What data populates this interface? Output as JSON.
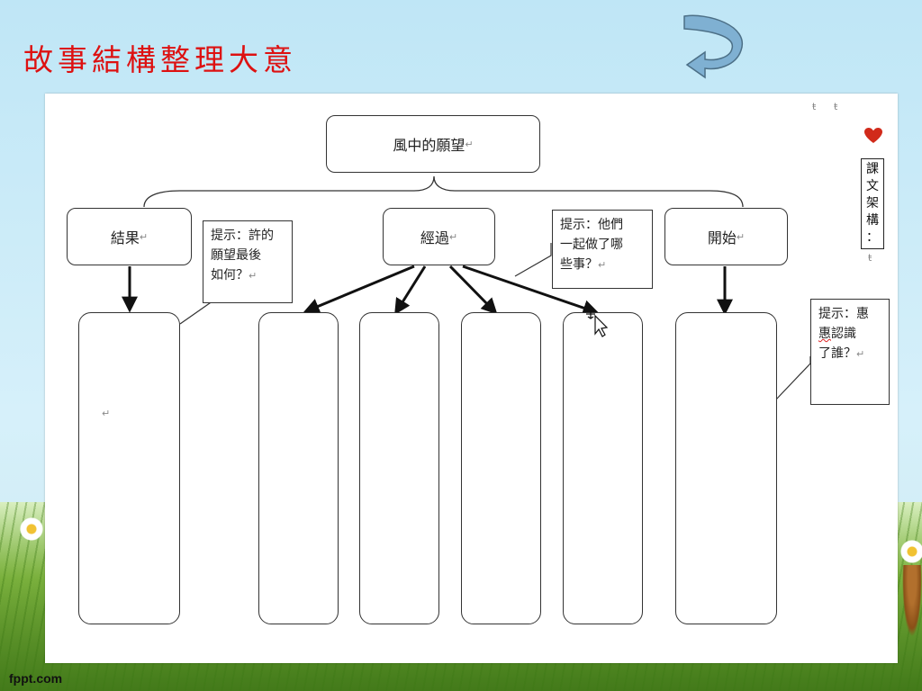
{
  "slide": {
    "title": "故事結構整理大意",
    "watermark": "fppt.com"
  },
  "diagram": {
    "root": "風中的願望",
    "branches": [
      "結果",
      "經過",
      "開始"
    ],
    "hints": {
      "result": [
        "提示：許的",
        "願望最後",
        "如何？"
      ],
      "process": [
        "提示：他們",
        "一起做了哪",
        "些事？"
      ],
      "start": [
        "提示：",
        "惠",
        "惠",
        "認識",
        "了誰？"
      ]
    },
    "side_label": [
      "課",
      "文",
      "架",
      "構",
      "："
    ],
    "paragraph_mark": "↵",
    "tab_mark": "ŧ"
  },
  "colors": {
    "title": "#dd1111",
    "heart": "#d12a1a",
    "back_arrow": "#7fb0d2"
  },
  "icons": {
    "back": "curved-back-arrow-icon",
    "heart": "heart-icon",
    "cursor": "move-cursor-icon"
  }
}
